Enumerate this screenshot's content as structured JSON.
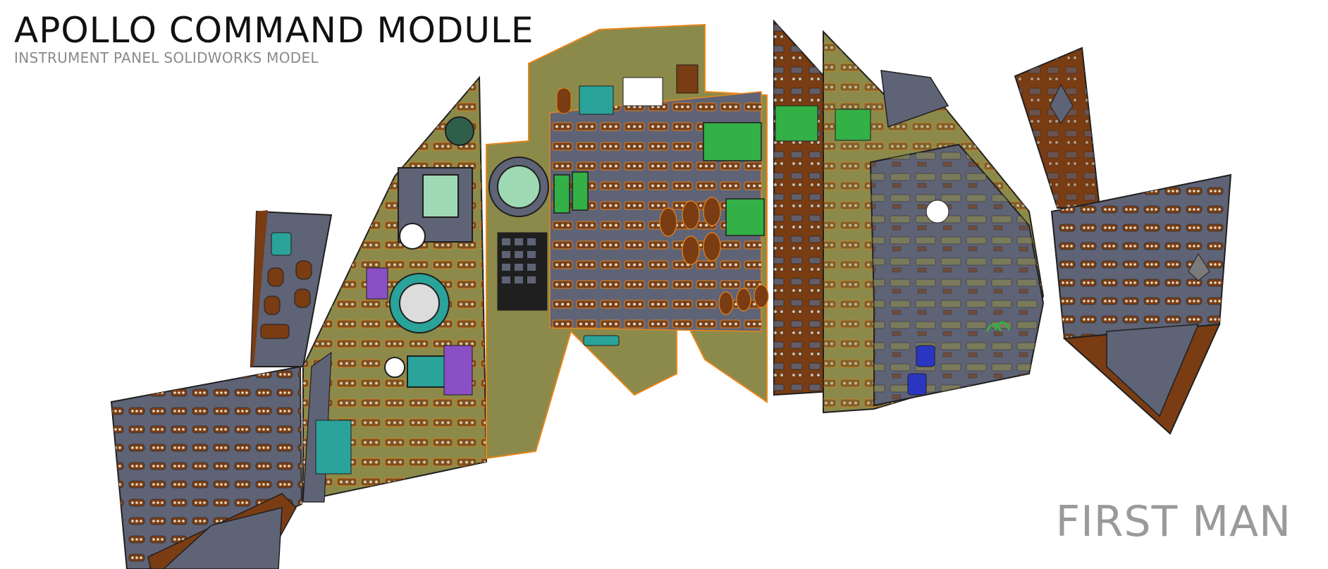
{
  "header": {
    "title": "APOLLO COMMAND MODULE",
    "subtitle": "INSTRUMENT PANEL SOLIDWORKS MODEL"
  },
  "footer": {
    "caption": "FIRST MAN"
  },
  "colors": {
    "panel_olive": "#8c8a4a",
    "panel_grey": "#5f6376",
    "panel_brown": "#7a3c12",
    "accent_orange": "#e8851a",
    "gauge_green": "#33b046",
    "accent_teal": "#2aa39a",
    "accent_purple": "#8a4fc4",
    "accent_blue": "#2a36c2"
  }
}
